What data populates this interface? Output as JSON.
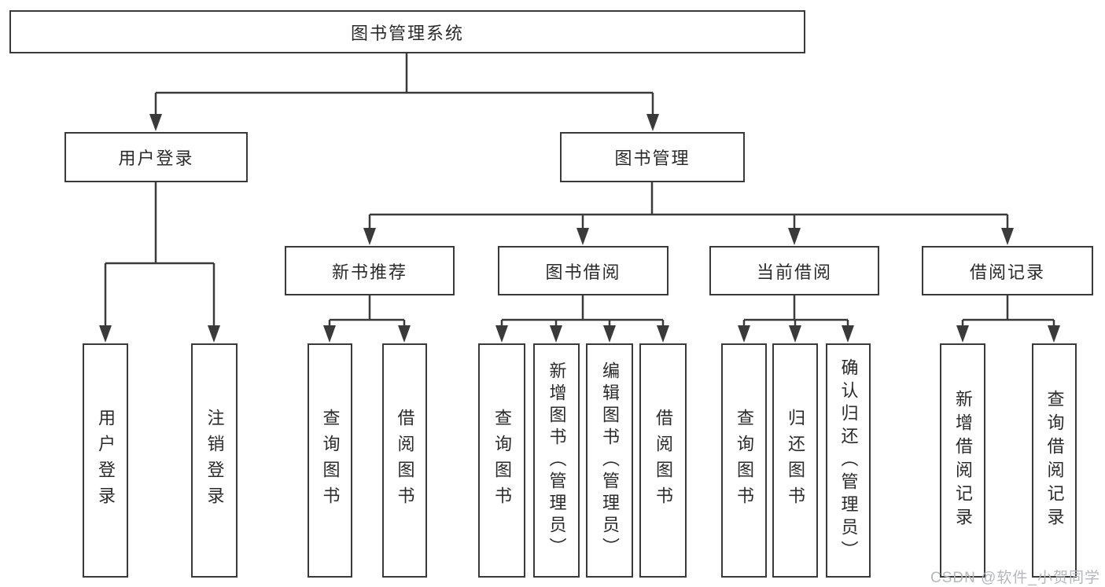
{
  "diagram": {
    "root": {
      "label": "图书管理系统"
    },
    "branches": [
      {
        "label": "用户登录",
        "children": [
          {
            "label": "用户登录"
          },
          {
            "label": "注销登录"
          }
        ]
      },
      {
        "label": "图书管理",
        "children": [
          {
            "label": "新书推荐",
            "children": [
              {
                "label": "查询图书"
              },
              {
                "label": "借阅图书"
              }
            ]
          },
          {
            "label": "图书借阅",
            "children": [
              {
                "label": "查询图书"
              },
              {
                "label": "新增图书（管理员）"
              },
              {
                "label": "编辑图书（管理员）"
              },
              {
                "label": "借阅图书"
              }
            ]
          },
          {
            "label": "当前借阅",
            "children": [
              {
                "label": "查询图书"
              },
              {
                "label": "归还图书"
              },
              {
                "label": "确认归还（管理员）"
              }
            ]
          },
          {
            "label": "借阅记录",
            "children": [
              {
                "label": "新增借阅记录"
              },
              {
                "label": "查询借阅记录"
              }
            ]
          }
        ]
      }
    ]
  },
  "watermark": {
    "text": "CSDN @软件_小贺同学"
  },
  "colors": {
    "line": "#3a3a3a",
    "text": "#2b2b2b",
    "background": "#ffffff",
    "watermark": "#b4b7bb"
  }
}
